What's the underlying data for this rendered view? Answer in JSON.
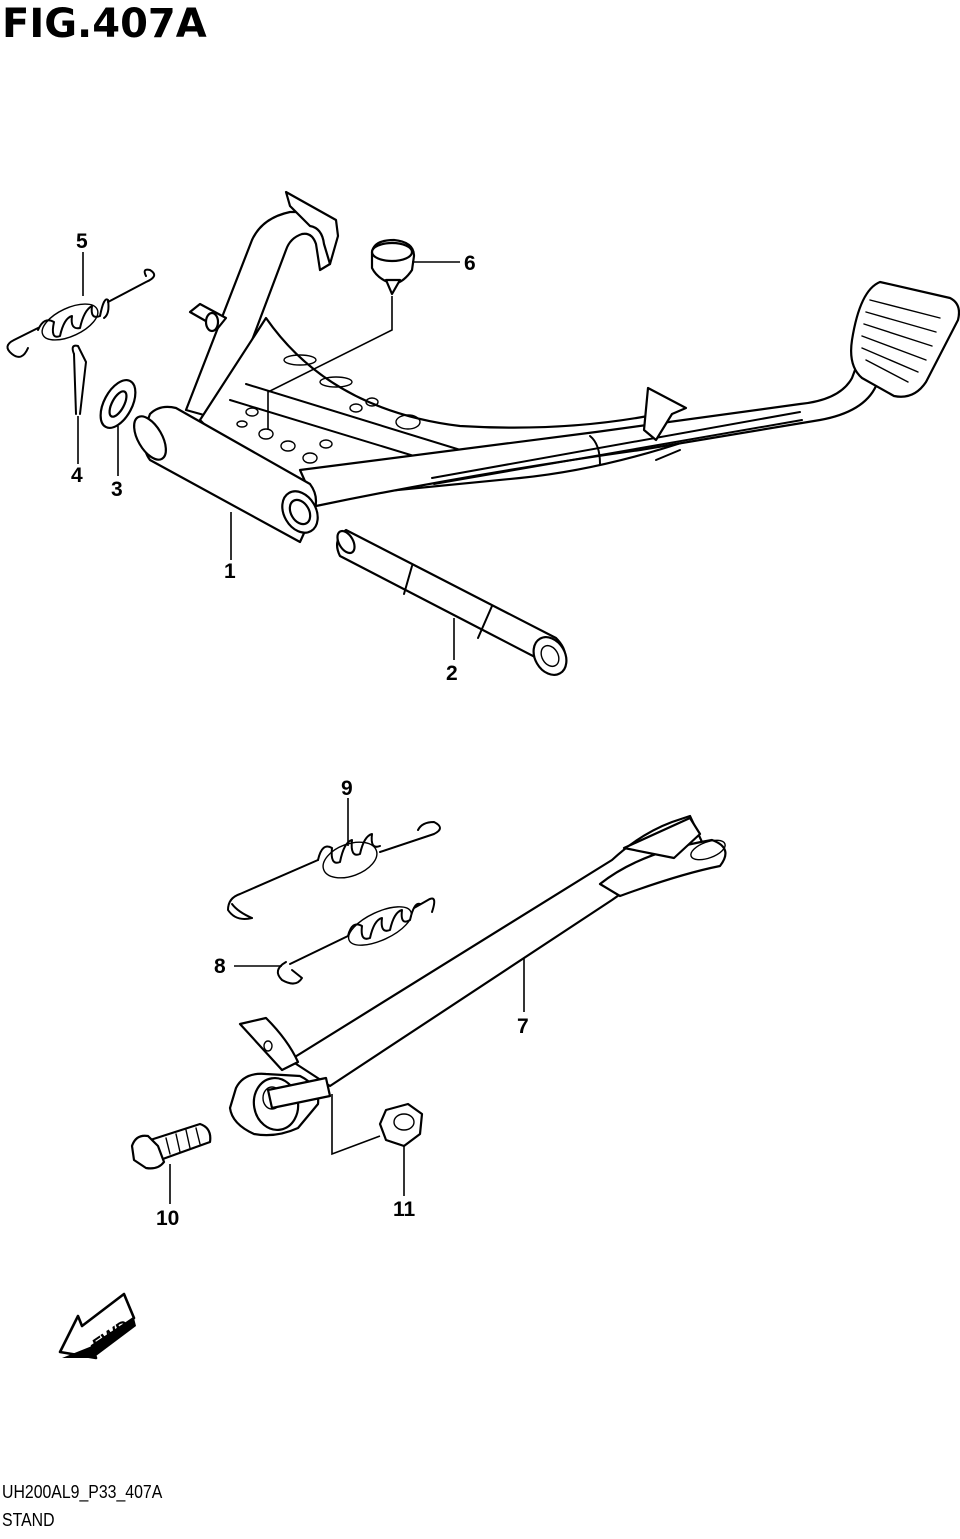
{
  "figure_title": "FIG.407A",
  "footer": {
    "code": "UH200AL9_P33_407A",
    "name": "STAND"
  },
  "fwd_label": "FWD",
  "callouts": [
    {
      "id": "1",
      "label": "1"
    },
    {
      "id": "2",
      "label": "2"
    },
    {
      "id": "3",
      "label": "3"
    },
    {
      "id": "4",
      "label": "4"
    },
    {
      "id": "5",
      "label": "5"
    },
    {
      "id": "6",
      "label": "6"
    },
    {
      "id": "7",
      "label": "7"
    },
    {
      "id": "8",
      "label": "8"
    },
    {
      "id": "9",
      "label": "9"
    },
    {
      "id": "10",
      "label": "10"
    },
    {
      "id": "11",
      "label": "11"
    }
  ]
}
